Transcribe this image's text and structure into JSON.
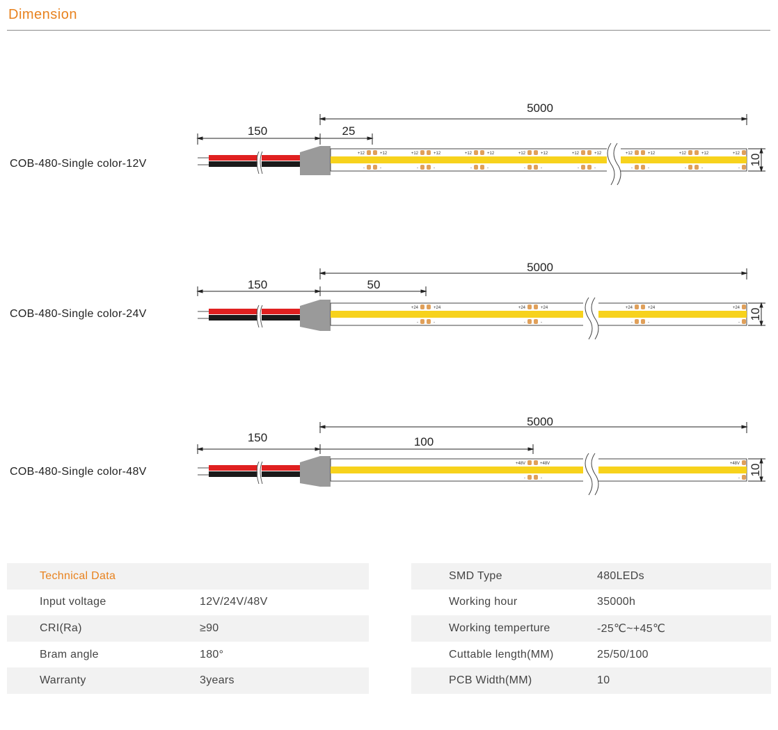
{
  "header": {
    "title": "Dimension"
  },
  "strips": [
    {
      "label": "COB-480-Single color-12V",
      "wire_length": "150",
      "total_length": "5000",
      "cut_length": "25",
      "width": "10",
      "plus_mark": "+12",
      "minus_mark": "-"
    },
    {
      "label": "COB-480-Single color-24V",
      "wire_length": "150",
      "total_length": "5000",
      "cut_length": "50",
      "width": "10",
      "plus_mark": "+24",
      "minus_mark": "-"
    },
    {
      "label": "COB-480-Single color-48V",
      "wire_length": "150",
      "total_length": "5000",
      "cut_length": "100",
      "width": "10",
      "plus_mark": "+48V",
      "minus_mark": "-"
    }
  ],
  "colors": {
    "accent": "#e8821e",
    "led_band": "#f7d21c",
    "pad": "#e0a05a",
    "connector": "#9a9a9a",
    "wire_red": "#e02020",
    "wire_black": "#1a1a1a"
  },
  "tech_table": {
    "title": "Technical Data",
    "rows": [
      {
        "label": "Input voltage",
        "value": "12V/24V/48V"
      },
      {
        "label": "CRI(Ra)",
        "value": "≥90"
      },
      {
        "label": "Bram angle",
        "value": "180°"
      },
      {
        "label": "Warranty",
        "value": "3years"
      }
    ]
  },
  "spec_table": {
    "rows": [
      {
        "label": "SMD Type",
        "value": "480LEDs"
      },
      {
        "label": "Working hour",
        "value": "35000h"
      },
      {
        "label": "Working temperture",
        "value": "-25℃~+45℃"
      },
      {
        "label": "Cuttable length(MM)",
        "value": "25/50/100"
      },
      {
        "label": "PCB Width(MM)",
        "value": "10"
      }
    ]
  }
}
